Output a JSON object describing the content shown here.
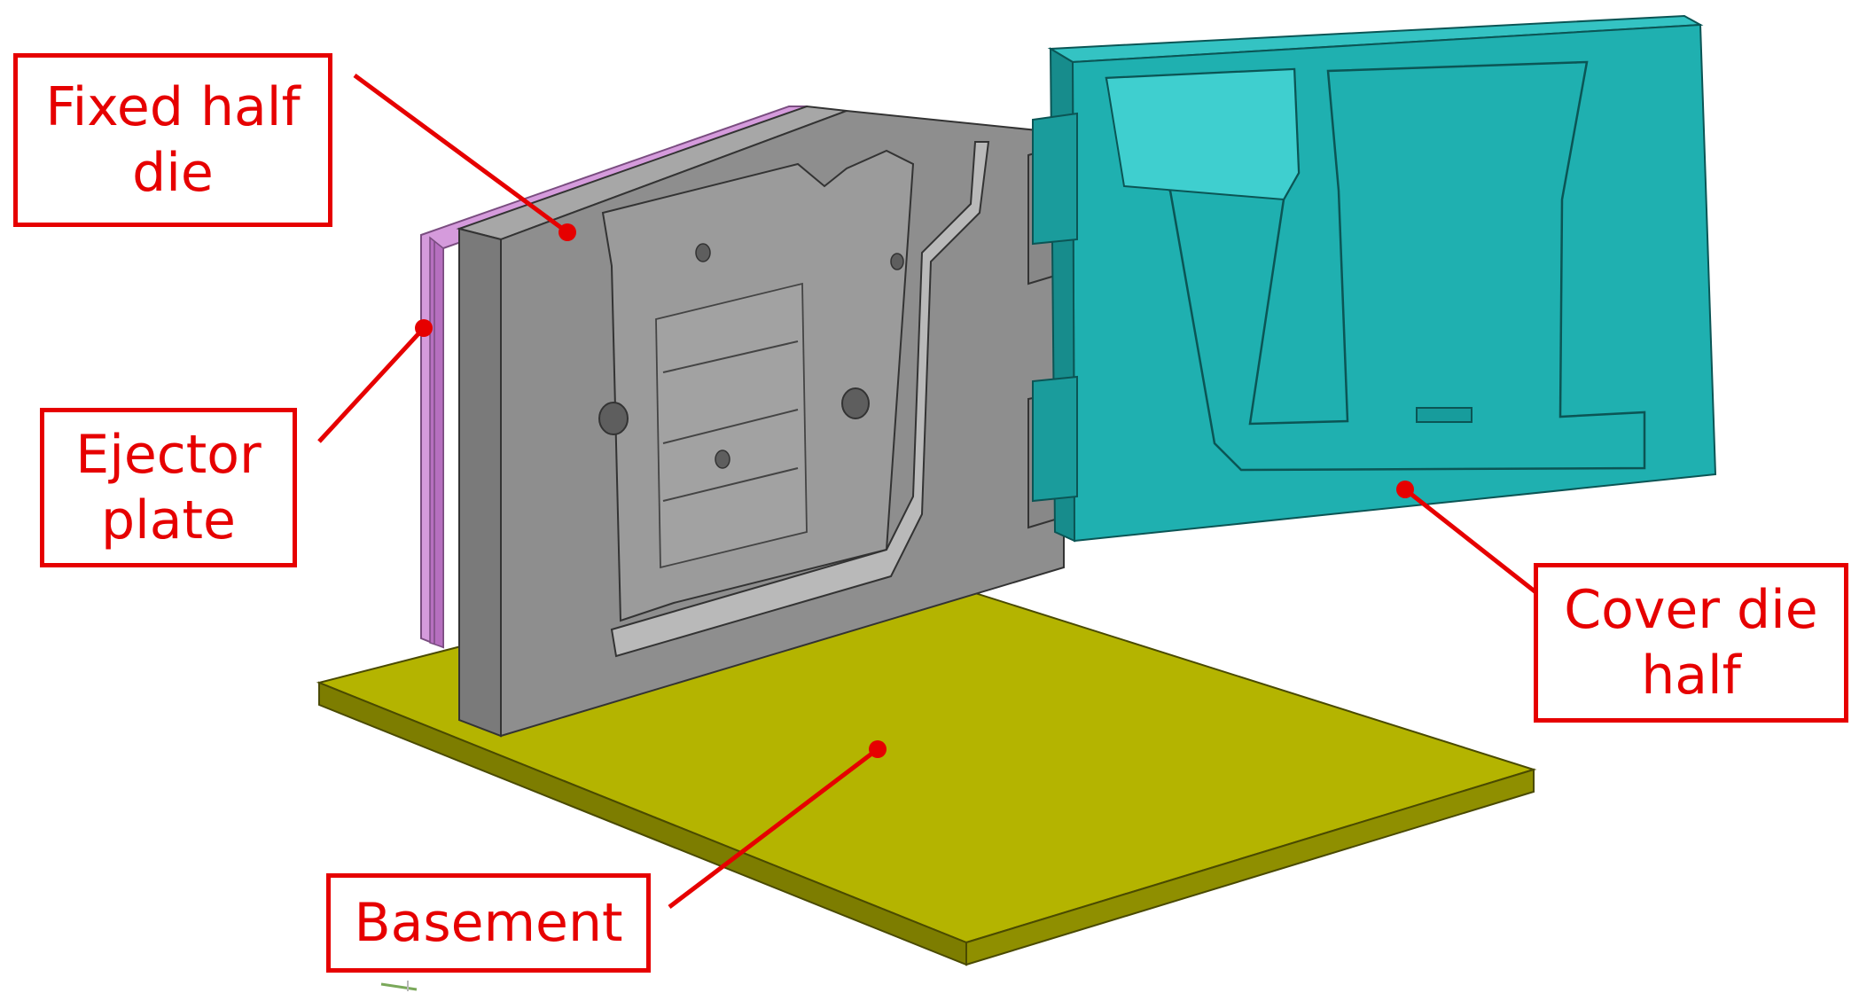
{
  "labels": {
    "fixed_half_die": "Fixed half\ndie",
    "ejector_plate": "Ejector\nplate",
    "cover_die_half": "Cover die\nhalf",
    "basement": "Basement"
  },
  "colors": {
    "accent": "#e60000",
    "fixed_die": "#8c8c8c",
    "cover_die": "#1aa6a6",
    "basement": "#a8a800",
    "ejector": "#d28ad8"
  }
}
